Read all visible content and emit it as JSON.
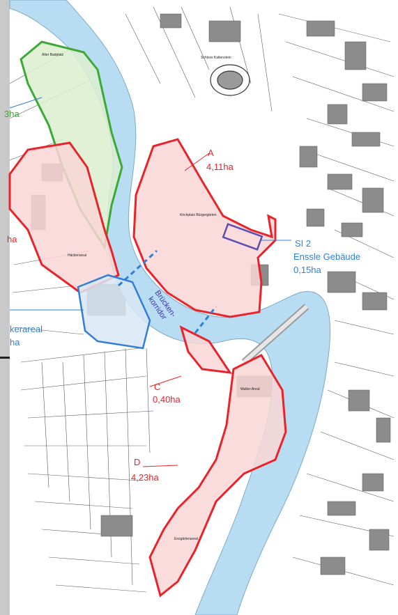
{
  "colors": {
    "river": "#b8dcf2",
    "river_edge": "#7fa9c6",
    "red_zone": "#e8232a",
    "red_fill": "#f9d6d6",
    "green_zone": "#3aa935",
    "green_fill": "#dcefcf",
    "blue_zone": "#2f7fd8",
    "blue_fill": "#d8e7f6",
    "purple_zone": "#5b4fb3",
    "label_red": "#e8232a",
    "label_blue": "#2f7fd8",
    "label_purple": "#3b36a8",
    "frame": "#c9c9c9"
  },
  "labels": {
    "zone_a_name": "A",
    "zone_a_area": "4,11ha",
    "zone_c_name": "C",
    "zone_c_area": "0,40ha",
    "zone_d_name": "D",
    "zone_d_area": "4,23ha",
    "si2_name": "SI 2",
    "si2_desc": "Enssle Gebäude",
    "si2_area": "0,15ha",
    "corridor_line1": "Brücken-",
    "corridor_line2": "korridor",
    "green_area_partial": "3ha",
    "left_red_partial": "ha",
    "blue_area_name_partial": "kerareal",
    "blue_area_partial": "ha",
    "place_schloss": "Schloss Kaltenstein",
    "place_altes_bad": "Alter Badplatz",
    "place_kirchplatz": "Kirchplatz Bürgergärten",
    "place_hackerareal": "Häckerareal",
    "place_walter": "Walter-Areal",
    "place_enzgarten": "Enzgärtenareal"
  }
}
